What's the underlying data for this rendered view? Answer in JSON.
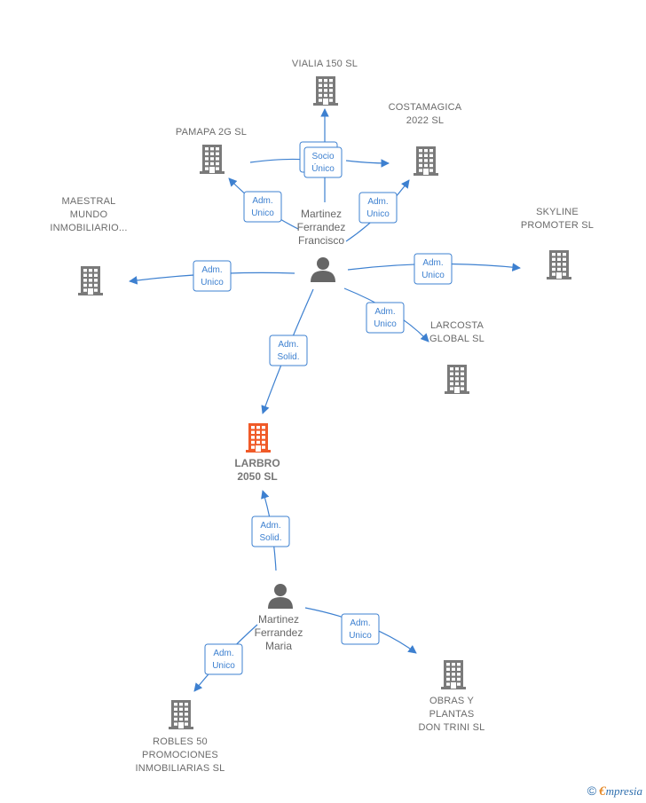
{
  "colors": {
    "edge": "#3d80d0",
    "company": "#7a7a7a",
    "company_highlight": "#f05a28",
    "person": "#666666",
    "label": "#6b6b6b"
  },
  "nodes": [
    {
      "id": "vialia",
      "type": "company",
      "icon": "building-icon",
      "label": [
        "VIALIA 150  SL"
      ]
    },
    {
      "id": "pamapa",
      "type": "company",
      "icon": "building-icon",
      "label": [
        "PAMAPA 2G  SL"
      ]
    },
    {
      "id": "costamagica",
      "type": "company",
      "icon": "building-icon",
      "label": [
        "COSTAMAGICA",
        "2022  SL"
      ]
    },
    {
      "id": "maestral",
      "type": "company",
      "icon": "building-icon",
      "label": [
        "MAESTRAL",
        "MUNDO",
        "INMOBILIARIO..."
      ]
    },
    {
      "id": "skyline",
      "type": "company",
      "icon": "building-icon",
      "label": [
        "SKYLINE",
        "PROMOTER  SL"
      ]
    },
    {
      "id": "larcosta",
      "type": "company",
      "icon": "building-icon",
      "label": [
        "LARCOSTA",
        "GLOBAL  SL"
      ]
    },
    {
      "id": "larbro",
      "type": "company",
      "icon": "building-icon",
      "highlight": true,
      "label": [
        "LARBRO",
        "2050  SL"
      ]
    },
    {
      "id": "robles",
      "type": "company",
      "icon": "building-icon",
      "label": [
        "ROBLES 50",
        "PROMOCIONES",
        "INMOBILIARIAS SL"
      ]
    },
    {
      "id": "obras",
      "type": "company",
      "icon": "building-icon",
      "label": [
        "OBRAS Y",
        "PLANTAS",
        "DON TRINI  SL"
      ]
    },
    {
      "id": "francisco",
      "type": "person",
      "icon": "person-icon",
      "label": [
        "Martinez",
        "Ferrandez",
        "Francisco"
      ]
    },
    {
      "id": "maria",
      "type": "person",
      "icon": "person-icon",
      "label": [
        "Martinez",
        "Ferrandez",
        "Maria"
      ]
    }
  ],
  "edges": [
    {
      "from": "francisco",
      "to": "vialia",
      "label": [
        "Socio",
        "Único"
      ]
    },
    {
      "from": "francisco",
      "to": "costamagica",
      "label": [
        "Socio",
        "Único"
      ]
    },
    {
      "from": "francisco",
      "to": "pamapa",
      "label": [
        "Adm.",
        "Unico"
      ]
    },
    {
      "from": "francisco",
      "to": "costamagica",
      "label": [
        "Adm.",
        "Unico"
      ]
    },
    {
      "from": "francisco",
      "to": "maestral",
      "label": [
        "Adm.",
        "Unico"
      ]
    },
    {
      "from": "francisco",
      "to": "skyline",
      "label": [
        "Adm.",
        "Unico"
      ]
    },
    {
      "from": "francisco",
      "to": "larcosta",
      "label": [
        "Adm.",
        "Unico"
      ]
    },
    {
      "from": "francisco",
      "to": "larbro",
      "label": [
        "Adm.",
        "Solid."
      ]
    },
    {
      "from": "maria",
      "to": "larbro",
      "label": [
        "Adm.",
        "Solid."
      ]
    },
    {
      "from": "maria",
      "to": "robles",
      "label": [
        "Adm.",
        "Unico"
      ]
    },
    {
      "from": "maria",
      "to": "obras",
      "label": [
        "Adm.",
        "Unico"
      ]
    }
  ],
  "footer": {
    "copyright": "©",
    "brand_initial": "€",
    "brand_rest": "mpresia"
  }
}
